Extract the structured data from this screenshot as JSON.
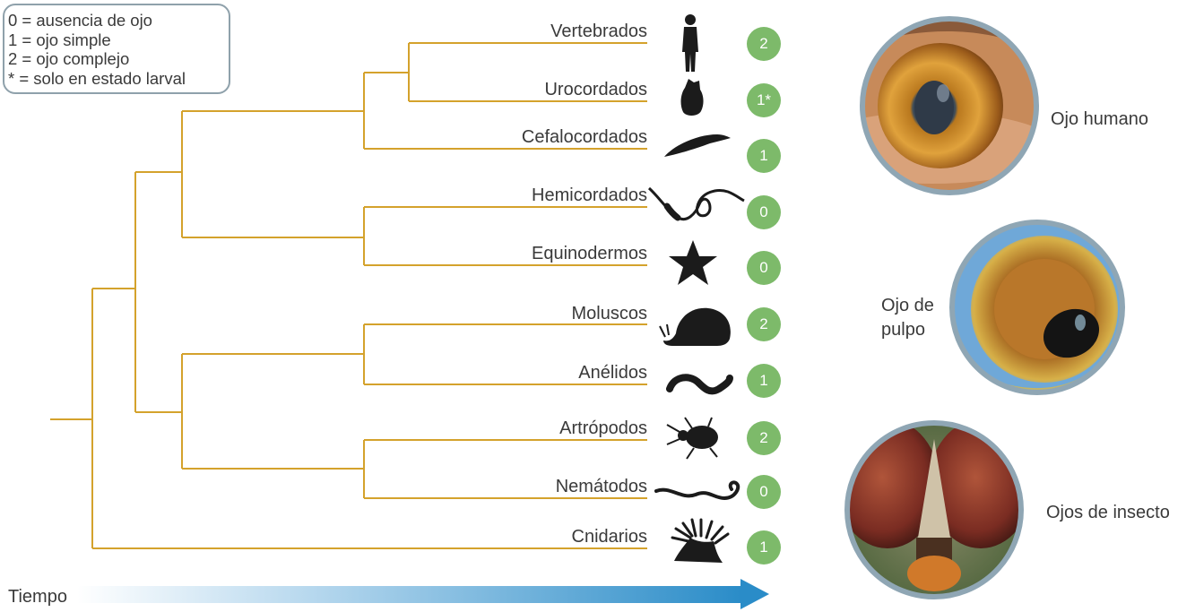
{
  "legend": {
    "items": [
      "0 = ausencia de ojo",
      "1 = ojo simple",
      "2 = ojo complejo",
      "* = solo en estado larval"
    ]
  },
  "taxa": [
    {
      "name": "Vertebrados",
      "value": "2",
      "icon": "human-silhouette-icon"
    },
    {
      "name": "Urocordados",
      "value": "1*",
      "icon": "tunicate-silhouette-icon"
    },
    {
      "name": "Cefalocordados",
      "value": "1",
      "icon": "lancelet-silhouette-icon"
    },
    {
      "name": "Hemicordados",
      "value": "0",
      "icon": "acorn-worm-silhouette-icon"
    },
    {
      "name": "Equinodermos",
      "value": "0",
      "icon": "starfish-silhouette-icon"
    },
    {
      "name": "Moluscos",
      "value": "2",
      "icon": "snail-silhouette-icon"
    },
    {
      "name": "Anélidos",
      "value": "1",
      "icon": "annelid-worm-silhouette-icon"
    },
    {
      "name": "Artrópodos",
      "value": "2",
      "icon": "beetle-silhouette-icon"
    },
    {
      "name": "Nemátodos",
      "value": "0",
      "icon": "nematode-silhouette-icon"
    },
    {
      "name": "Cnidarios",
      "value": "1",
      "icon": "sea-anemone-silhouette-icon"
    }
  ],
  "photos": [
    {
      "caption": "Ojo humano",
      "icon": "human-eye-photo"
    },
    {
      "caption_lines": [
        "Ojo de",
        "pulpo"
      ],
      "icon": "octopus-eye-photo"
    },
    {
      "caption": "Ojos de insecto",
      "icon": "insect-eyes-photo"
    }
  ],
  "time_axis": {
    "label": "Tiempo"
  },
  "colors": {
    "tree_lines": "#d4a22c",
    "badge": "#7dba6a",
    "arrow": "#2a8cc8",
    "photo_ring": "#8fa6b4"
  }
}
